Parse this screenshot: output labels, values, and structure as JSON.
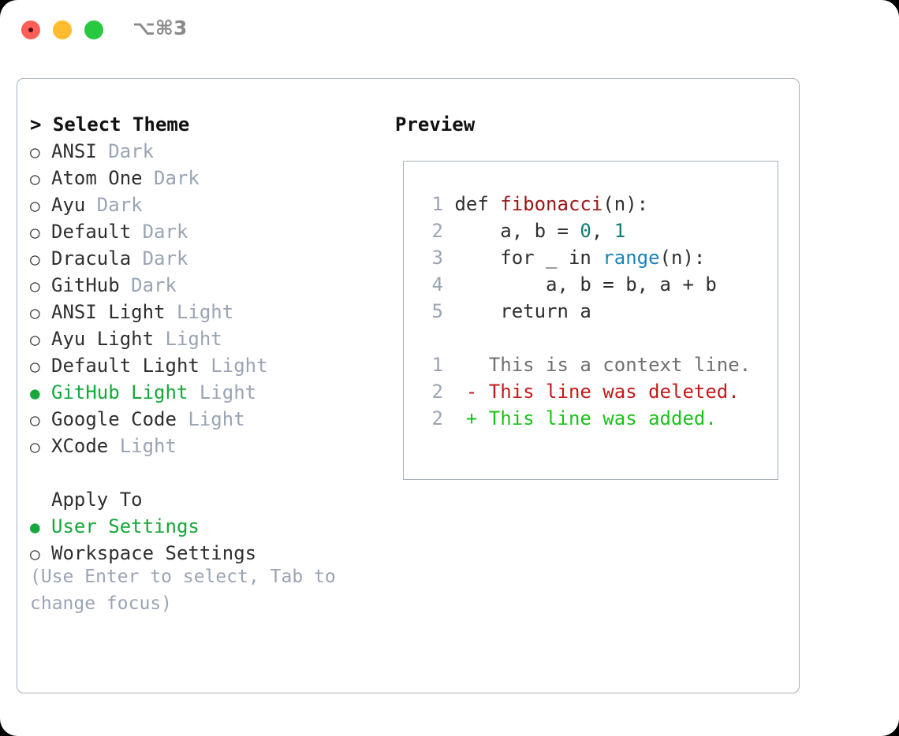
{
  "window": {
    "shortcut_label": "⌥⌘3",
    "traffic_lights": [
      "close",
      "minimize",
      "maximize"
    ]
  },
  "theme_picker": {
    "header": "> Select Theme",
    "options": [
      {
        "bullet": "○",
        "name": "ANSI",
        "kind": "Dark",
        "selected": false
      },
      {
        "bullet": "○",
        "name": "Atom One",
        "kind": "Dark",
        "selected": false
      },
      {
        "bullet": "○",
        "name": "Ayu",
        "kind": "Dark",
        "selected": false
      },
      {
        "bullet": "○",
        "name": "Default",
        "kind": "Dark",
        "selected": false
      },
      {
        "bullet": "○",
        "name": "Dracula",
        "kind": "Dark",
        "selected": false
      },
      {
        "bullet": "○",
        "name": "GitHub",
        "kind": "Dark",
        "selected": false
      },
      {
        "bullet": "○",
        "name": "ANSI Light",
        "kind": "Light",
        "selected": false
      },
      {
        "bullet": "○",
        "name": "Ayu Light",
        "kind": "Light",
        "selected": false
      },
      {
        "bullet": "○",
        "name": "Default Light",
        "kind": "Light",
        "selected": false
      },
      {
        "bullet": "●",
        "name": "GitHub Light",
        "kind": "Light",
        "selected": true
      },
      {
        "bullet": "○",
        "name": "Google Code",
        "kind": "Light",
        "selected": false
      },
      {
        "bullet": "○",
        "name": "XCode",
        "kind": "Light",
        "selected": false
      }
    ]
  },
  "apply_to": {
    "header": "Apply To",
    "options": [
      {
        "bullet": "●",
        "name": "User Settings",
        "selected": true
      },
      {
        "bullet": "○",
        "name": "Workspace Settings",
        "selected": false
      }
    ]
  },
  "hint": "(Use Enter to select, Tab to change focus)",
  "preview": {
    "title": "Preview",
    "code_lines": [
      {
        "num": "1",
        "segments": [
          {
            "text": "def ",
            "style": "plain"
          },
          {
            "text": "fibonacci",
            "style": "fn"
          },
          {
            "text": "(n):",
            "style": "plain"
          }
        ]
      },
      {
        "num": "2",
        "segments": [
          {
            "text": "    a, b = ",
            "style": "plain"
          },
          {
            "text": "0",
            "style": "num"
          },
          {
            "text": ", ",
            "style": "plain"
          },
          {
            "text": "1",
            "style": "num"
          }
        ]
      },
      {
        "num": "3",
        "segments": [
          {
            "text": "    for _ in ",
            "style": "plain"
          },
          {
            "text": "range",
            "style": "builtin"
          },
          {
            "text": "(n):",
            "style": "plain"
          }
        ]
      },
      {
        "num": "4",
        "segments": [
          {
            "text": "        a, b = b, a + b",
            "style": "plain"
          }
        ]
      },
      {
        "num": "5",
        "segments": [
          {
            "text": "    return a",
            "style": "plain"
          }
        ]
      }
    ],
    "diff_lines": [
      {
        "num": "1",
        "marker": " ",
        "text": " This is a context line.",
        "style": "ctx"
      },
      {
        "num": "2",
        "marker": "-",
        "text": " This line was deleted.",
        "style": "del"
      },
      {
        "num": "2",
        "marker": "+",
        "text": " This line was added.",
        "style": "add"
      }
    ]
  },
  "colors": {
    "accent_green": "#15a83a",
    "muted": "#9aa4b4",
    "border": "#a7b0bd",
    "keyword_fn": "#9b1616",
    "number": "#0e7c74",
    "builtin": "#1a82b8",
    "diff_delete": "#c21a1a",
    "diff_add": "#19c219",
    "diff_context": "#6f6f6f",
    "traffic_close": "#ff5f57",
    "traffic_min": "#febc2e",
    "traffic_max": "#28c840"
  }
}
